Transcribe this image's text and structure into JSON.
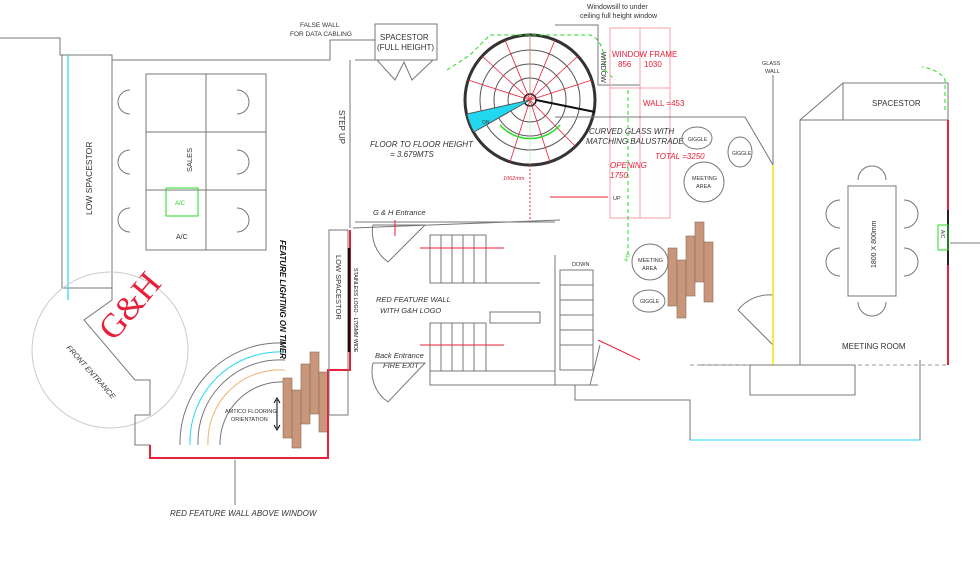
{
  "labels": {
    "false_wall": [
      "FALSE WALL",
      "FOR DATA CABLING"
    ],
    "spacestor_full": [
      "SPACESTOR",
      "(FULL HEIGHT)"
    ],
    "windowsill": [
      "Windowsill to under",
      "ceiling full height window"
    ],
    "window": "WINDOW",
    "window_frame": [
      "WINDOW FRAME",
      "856",
      "1030"
    ],
    "wall": "WALL =453",
    "glass_wall": [
      "GLASS",
      "WALL"
    ],
    "spacestor_right": "SPACESTOR",
    "low_spacestor_left": "LOW SPACESTOR",
    "sales": "SALES",
    "ac": "A/C",
    "step_up": "STEP UP",
    "floor_height": [
      "FLOOR TO FLOOR HEIGHT",
      "= 3.679MTS"
    ],
    "curved_glass": [
      "CURVED GLASS WITH",
      "MATCHING BALUSTRADE"
    ],
    "opening": [
      "OPENING",
      "1750"
    ],
    "total": "TOTAL =3250",
    "dim_1062": "1062mm",
    "up": "UP",
    "down": "DOWN",
    "gh_entrance": "G & H Entrance",
    "back_entrance": [
      "Back Entrance",
      "FIRE EXIT"
    ],
    "red_feature_wall_logo": [
      "RED FEATURE WALL",
      "WITH G&H LOGO"
    ],
    "low_spacestor_mid": "LOW SPACESTOR",
    "stainless": "STAINLESS LOGO - 1795MM WIDE",
    "feature_lighting": "FEATURE LIGHTING ON TIMER",
    "front_entrance": "FRONT ENTRANCE",
    "amtico": [
      "AMTICO FLOORING",
      "ORIENTATION"
    ],
    "red_feature_wall_window": "RED FEATURE WALL ABOVE WINDOW",
    "giggle": "GIGGLE",
    "meeting_area": [
      "MEETING",
      "AREA"
    ],
    "table_size": "1800 X 800mm",
    "meeting_room": "MEETING ROOM",
    "stair_on": "ON"
  },
  "logo_text": "G&H",
  "colors": {
    "red": "#e8203a",
    "green": "#22dd22",
    "cyan": "#22d8f0",
    "yellow": "#f5e400",
    "brown": "#c8967a",
    "pink": "#f4a0a8"
  }
}
